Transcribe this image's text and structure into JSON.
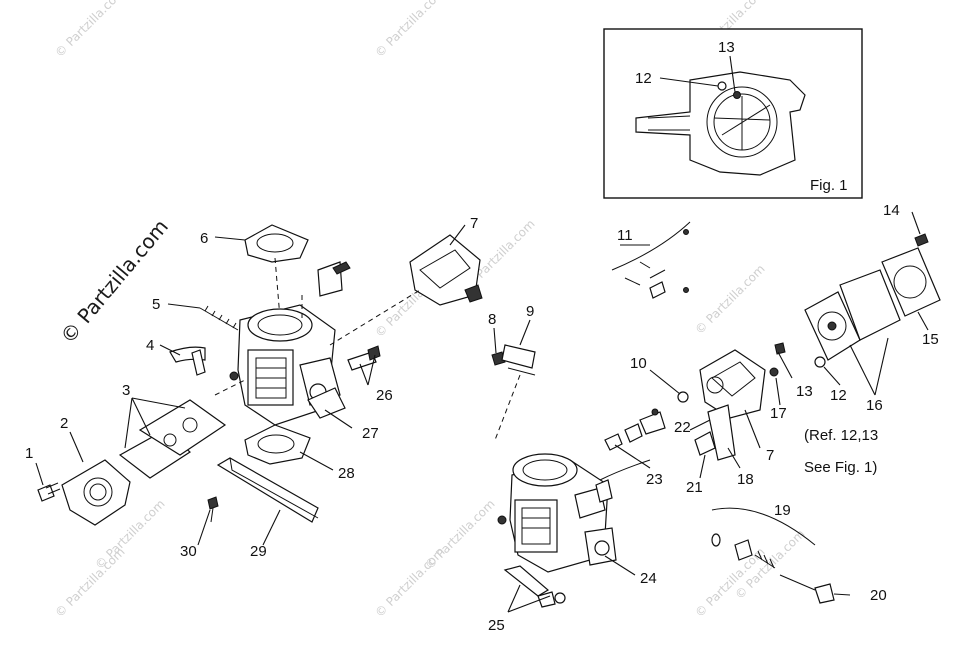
{
  "watermark": {
    "small_text": "© Partzilla.com",
    "large_text": "© Partzilla.com"
  },
  "inset": {
    "label": "Fig. 1",
    "callouts": {
      "c12": "12",
      "c13": "13"
    }
  },
  "note": {
    "line1": "(Ref. 12,13",
    "line2": "See Fig. 1)"
  },
  "callouts": {
    "c1": "1",
    "c2": "2",
    "c3": "3",
    "c4": "4",
    "c5": "5",
    "c6": "6",
    "c7a": "7",
    "c7b": "7",
    "c8": "8",
    "c9": "9",
    "c10": "10",
    "c11": "11",
    "c12": "12",
    "c13": "13",
    "c14": "14",
    "c15": "15",
    "c16": "16",
    "c17": "17",
    "c18": "18",
    "c19": "19",
    "c20": "20",
    "c21": "21",
    "c22": "22",
    "c23": "23",
    "c24": "24",
    "c25": "25",
    "c26": "26",
    "c27": "27",
    "c28": "28",
    "c29": "29",
    "c30": "30"
  }
}
